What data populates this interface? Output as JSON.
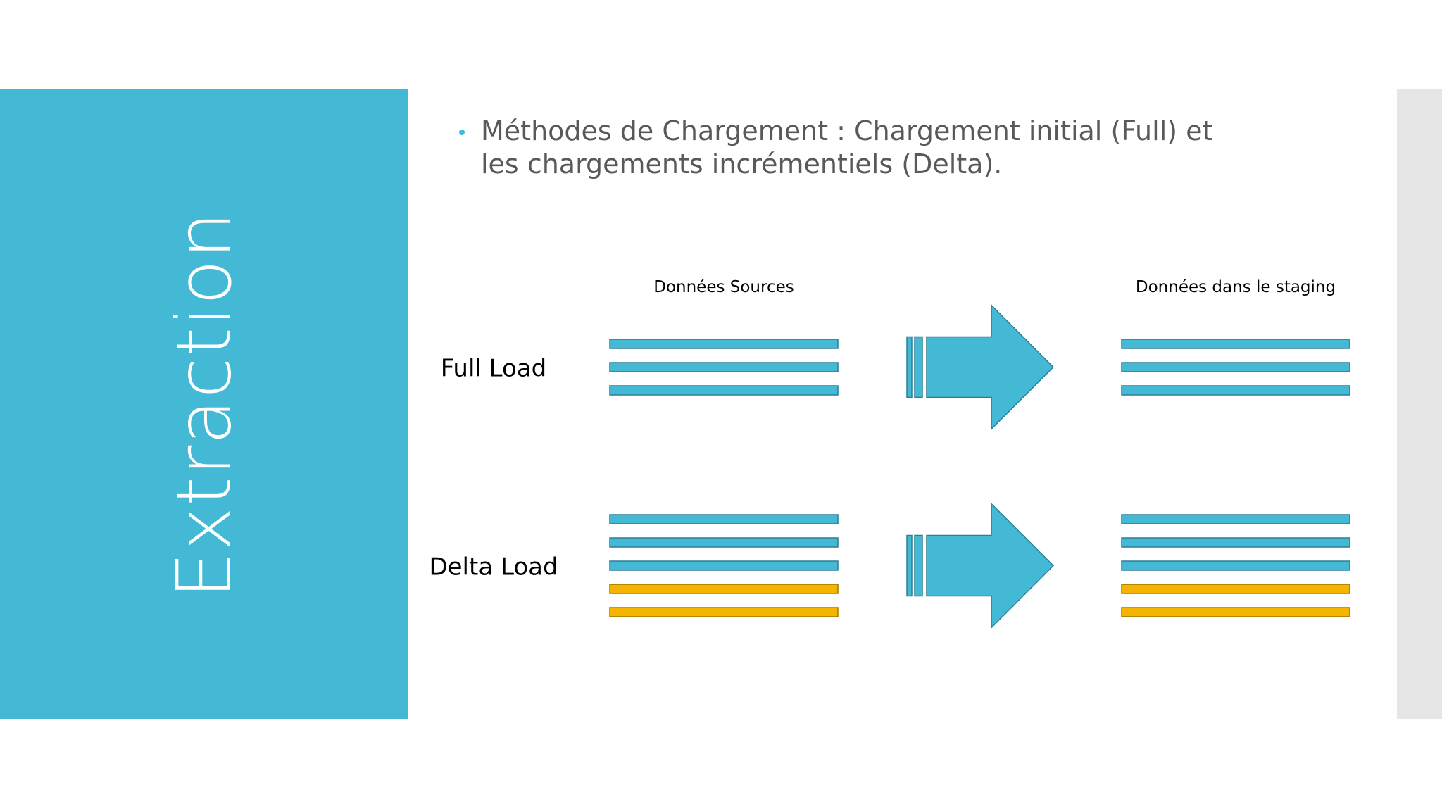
{
  "slide": {
    "title": "Extraction",
    "bullet": "Méthodes de Chargement : Chargement initial (Full) et les chargements incrémentiels (Delta)."
  },
  "diagram": {
    "source_header": "Données Sources",
    "target_header": "Données dans le staging",
    "rows": [
      {
        "label": "Full Load",
        "source_bars": [
          "existing",
          "existing",
          "existing"
        ],
        "target_bars": [
          "existing",
          "existing",
          "existing"
        ]
      },
      {
        "label": "Delta Load",
        "source_bars": [
          "existing",
          "existing",
          "existing",
          "new",
          "new"
        ],
        "target_bars": [
          "existing",
          "existing",
          "existing",
          "new",
          "new"
        ]
      }
    ],
    "colors": {
      "existing": "#43b9d5",
      "new": "#f5b400",
      "arrow": "#43b9d5",
      "outline": "#2b7f93",
      "new_outline": "#a07800",
      "panel": "#43b9d5"
    }
  }
}
